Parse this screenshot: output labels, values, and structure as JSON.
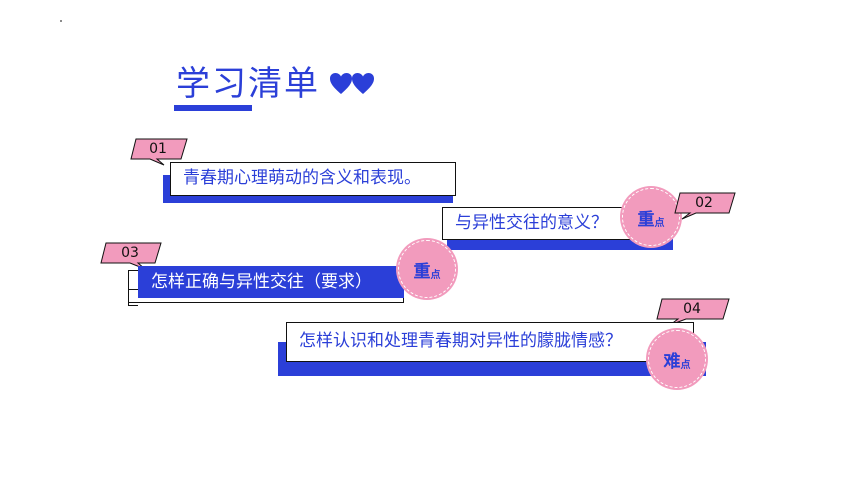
{
  "title": "学习清单",
  "colors": {
    "accent": "#2b3fd8",
    "pink": "#f29bbd",
    "text": "#111111"
  },
  "items": [
    {
      "num": "01",
      "text": "青春期心理萌动的含义和表现。"
    },
    {
      "num": "02",
      "text": "与异性交往的意义？",
      "badge_big": "重",
      "badge_small": "点"
    },
    {
      "num": "03",
      "text": "怎样正确与异性交往（要求）",
      "badge_big": "重",
      "badge_small": "点"
    },
    {
      "num": "04",
      "text": "怎样认识和处理青春期对异性的朦胧情感？",
      "badge_big": "难",
      "badge_small": "点"
    }
  ]
}
